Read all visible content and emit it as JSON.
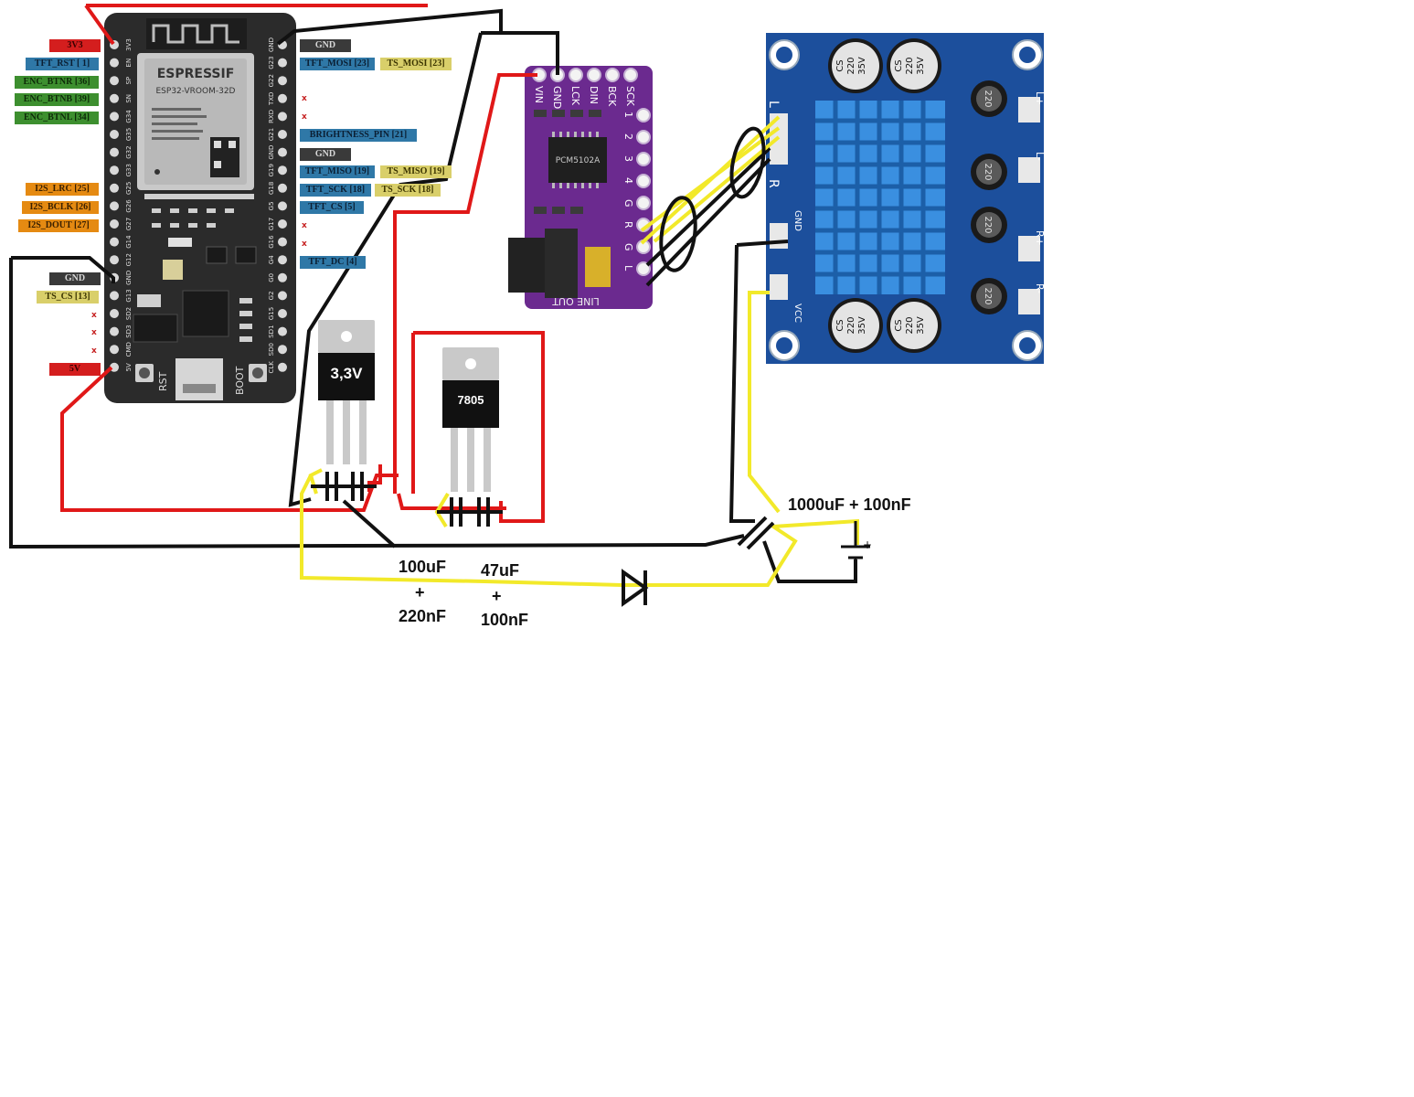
{
  "esp32": {
    "brand": "ESPRESSIF",
    "model": "ESP32-VROOM-32D",
    "rst_label": "RST",
    "boot_label": "BOOT",
    "left_pin_labels": [
      "3V3",
      "EN",
      "SP",
      "SN",
      "G34",
      "G35",
      "G32",
      "G33",
      "G25",
      "G26",
      "G27",
      "G14",
      "G12",
      "GND",
      "G13",
      "SD2",
      "SD3",
      "CMD",
      "5V"
    ],
    "right_pin_labels": [
      "GND",
      "G23",
      "G22",
      "TXD",
      "RXD",
      "G21",
      "GND",
      "G19",
      "G18",
      "G5",
      "G17",
      "G16",
      "G4",
      "G0",
      "G2",
      "G15",
      "SD1",
      "SD0",
      "CLK"
    ],
    "left_tags": [
      {
        "text": "3V3",
        "color": "red"
      },
      {
        "text": "TFT_RST [ 1]",
        "color": "blue"
      },
      {
        "text": "ENC_BTNR [36]",
        "color": "green"
      },
      {
        "text": "ENC_BTNB [39]",
        "color": "green"
      },
      {
        "text": "ENC_BTNL [34]",
        "color": "green"
      },
      {
        "text": "I2S_LRC [25]",
        "color": "orange"
      },
      {
        "text": "I2S_BCLK [26]",
        "color": "orange"
      },
      {
        "text": "I2S_DOUT [27]",
        "color": "orange"
      },
      {
        "text": "GND",
        "color": "dark"
      },
      {
        "text": "TS_CS [13]",
        "color": "yellow"
      },
      {
        "text": "5V",
        "color": "red"
      }
    ],
    "right_tags": [
      {
        "text": "GND",
        "color": "dark"
      },
      {
        "text": "TFT_MOSI [23]",
        "color": "blue"
      },
      {
        "text": "TS_MOSI [23]",
        "color": "yellow"
      },
      {
        "text": "BRIGHTNESS_PIN [21]",
        "color": "blue"
      },
      {
        "text": "GND",
        "color": "dark"
      },
      {
        "text": "TFT_MISO [19]",
        "color": "blue"
      },
      {
        "text": "TS_MISO [19]",
        "color": "yellow"
      },
      {
        "text": "TFT_SCK [18]",
        "color": "blue"
      },
      {
        "text": "TS_SCK [18]",
        "color": "yellow"
      },
      {
        "text": "TFT_CS [5]",
        "color": "blue"
      },
      {
        "text": "TFT_DC [4]",
        "color": "blue"
      }
    ],
    "unused_mark": "x"
  },
  "dac": {
    "chip": "PCM5102A",
    "pins_top": [
      "VIN",
      "GND",
      "LCK",
      "DIN",
      "BCK",
      "SCK"
    ],
    "pins_side": [
      "1",
      "2",
      "3",
      "4",
      "G",
      "R",
      "G",
      "L"
    ],
    "jack_label": "LINE OUT"
  },
  "amp": {
    "cap_texts": [
      "CS",
      "220",
      "35V"
    ],
    "inductor_text": "220",
    "edge_labels": [
      "L+",
      "L-",
      "R+",
      "R-",
      "GND",
      "VCC",
      "L",
      "R"
    ]
  },
  "regulators": {
    "reg1_label": "3,3V",
    "reg2_label": "7805"
  },
  "capacitor_labels": {
    "c1_line1": "100uF",
    "c1_line2": "+",
    "c1_line3": "220nF",
    "c2_line1": "47uF",
    "c2_line2": "+",
    "c2_line3": "100nF",
    "c3": "1000uF + 100nF"
  },
  "battery_plus": "+",
  "colors": {
    "wire_red": "#e01818",
    "wire_black": "#111111",
    "wire_yellow": "#f2e92a",
    "esp_board": "#2b2b2b",
    "dac_board": "#6b2a8f",
    "amp_board": "#1c4f9c",
    "heatsink": "#3a8fe0"
  }
}
